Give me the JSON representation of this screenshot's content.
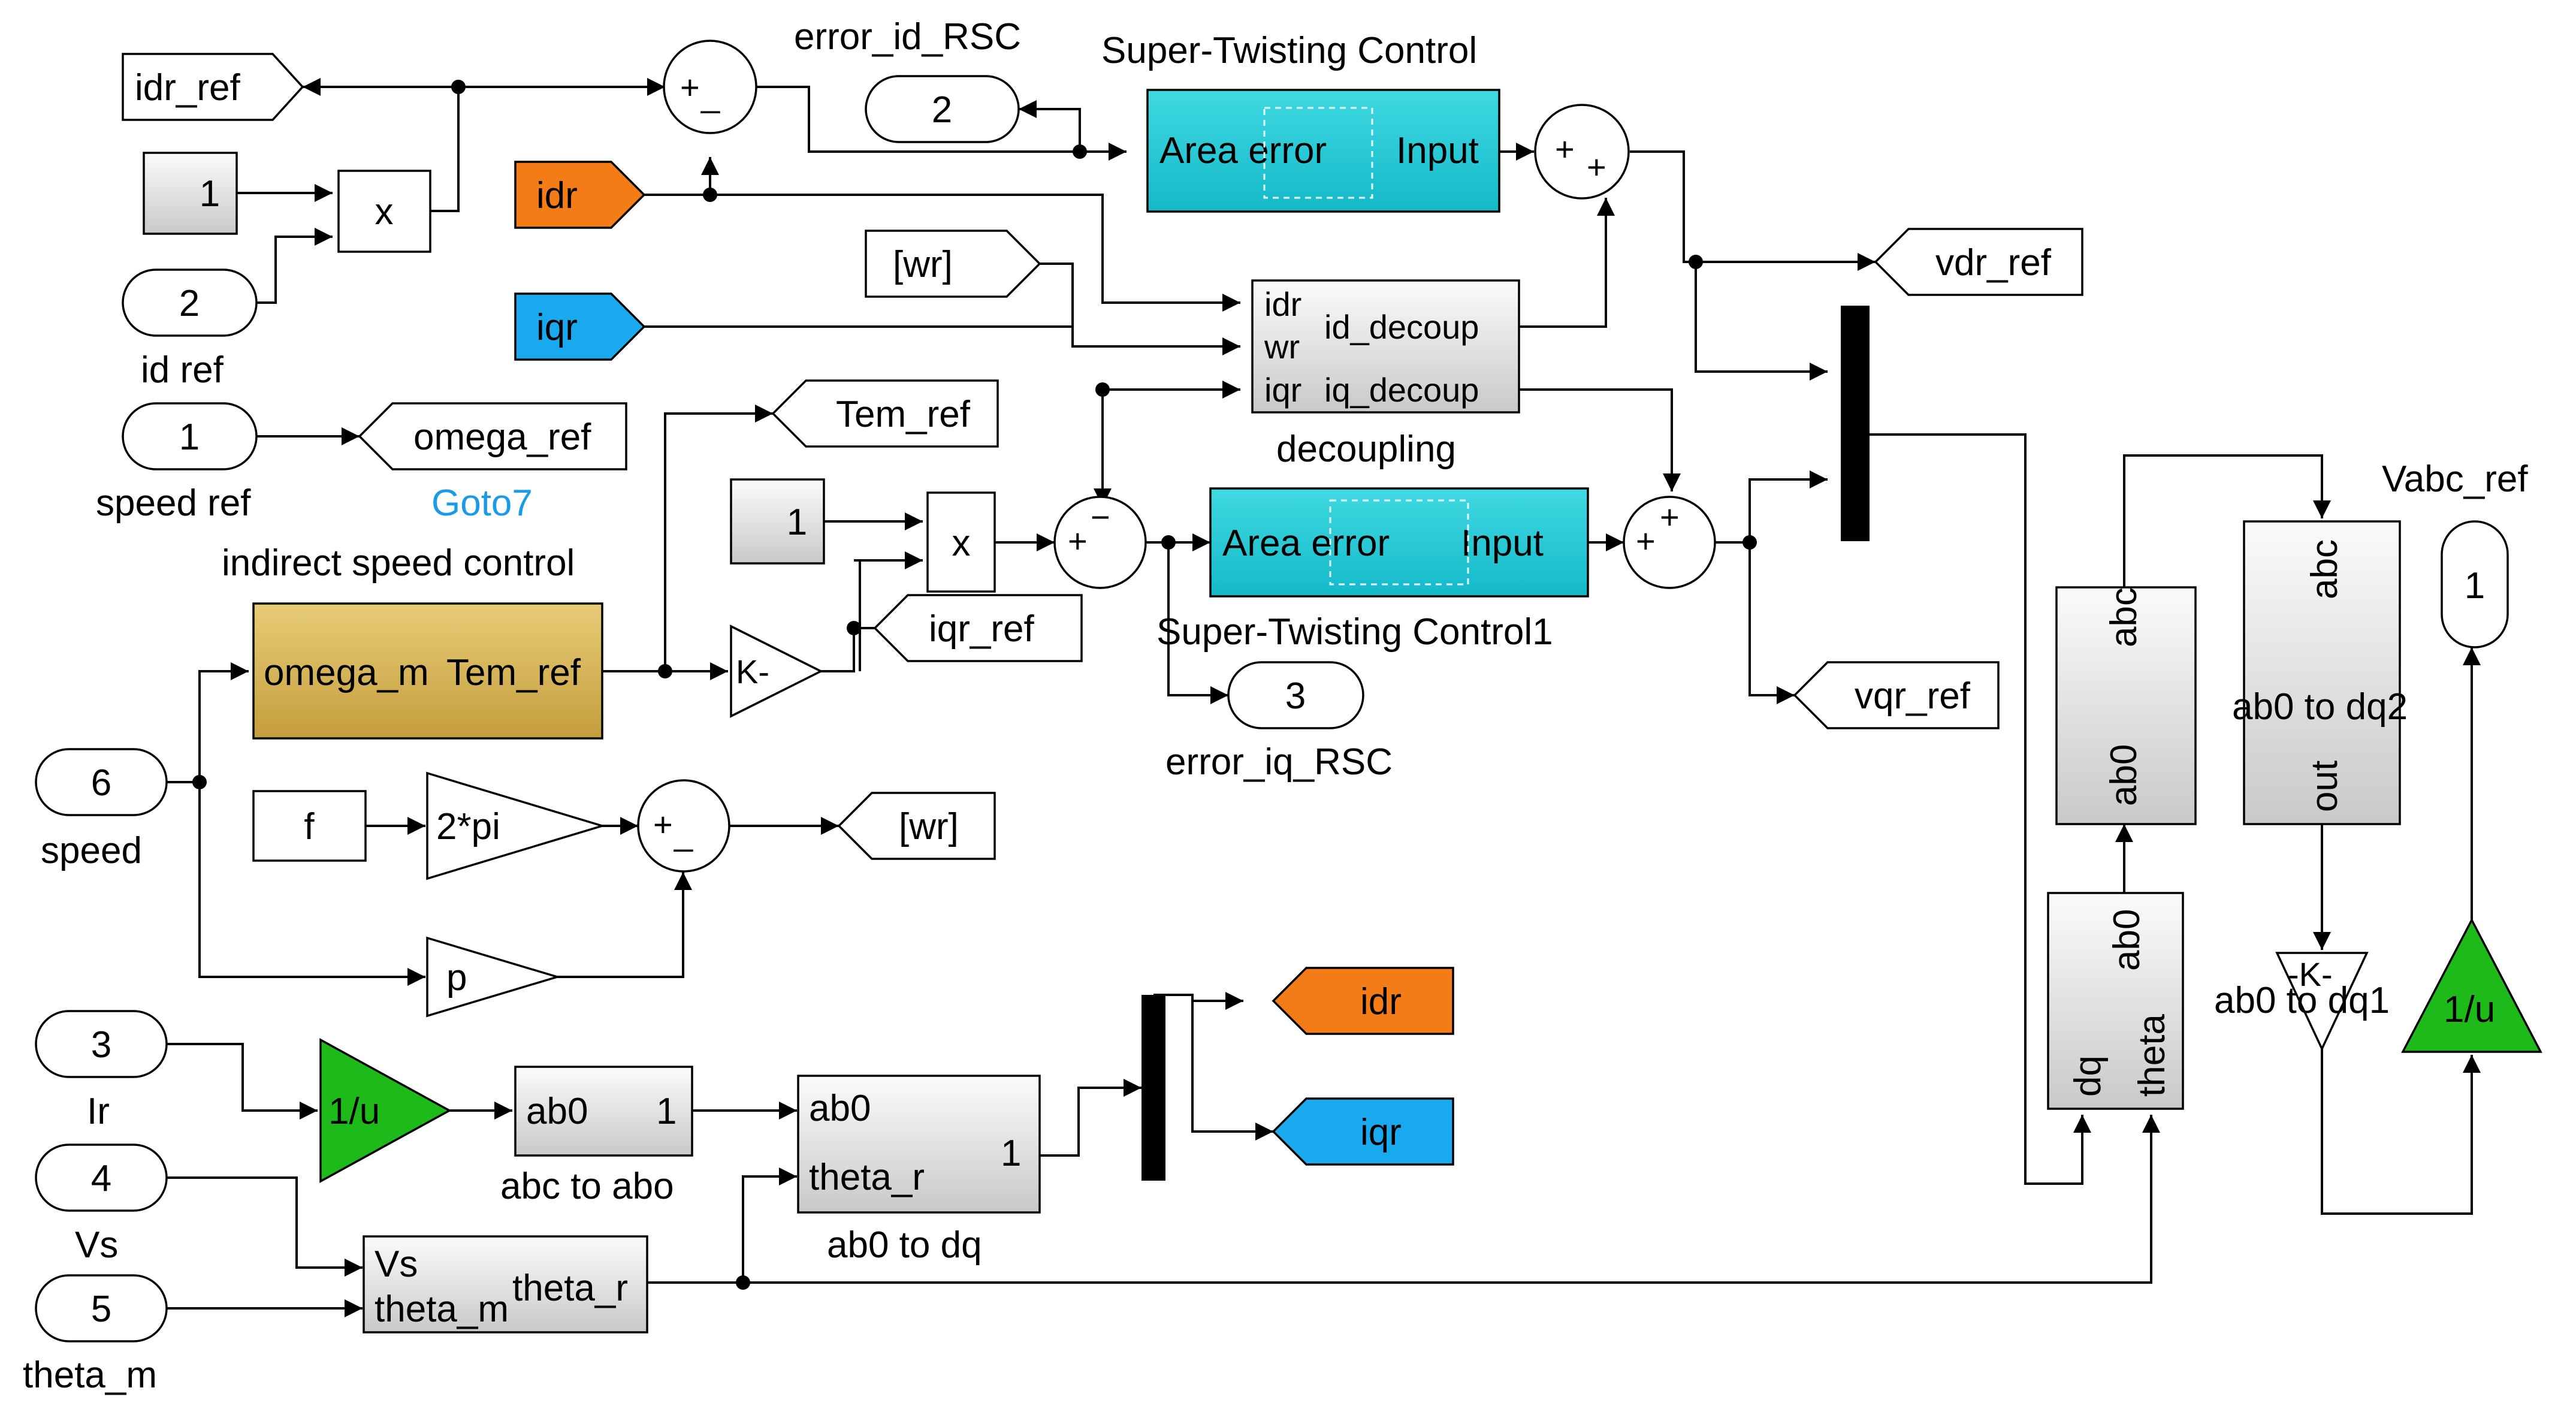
{
  "colors": {
    "orange": "#f47c17",
    "cyan_tag": "#19a9ee",
    "sta_fill": "#22c9d6",
    "speed_ctrl_fill": "#d8b860",
    "green": "#1dba19",
    "gray_light": "#f2f2f2",
    "gray_dark": "#c8c8c8",
    "goto_label": "#1a9be8"
  },
  "ports": {
    "in_idref": "2",
    "in_speedref": "1",
    "in_speed": "6",
    "in_Ir": "3",
    "in_Vs": "4",
    "in_thetam": "5",
    "out_error_id": "2",
    "out_error_iq": "3",
    "out_vabc": "1"
  },
  "port_labels": {
    "id_ref": "id ref",
    "speed_ref": "speed ref",
    "speed": "speed",
    "Ir": "Ir",
    "Vs": "Vs",
    "theta_m": "theta_m",
    "error_id_RSC": "error_id_RSC",
    "error_iq_RSC": "error_iq_RSC",
    "Vabc_ref": "Vabc_ref"
  },
  "tags": {
    "idr_ref": "idr_ref",
    "idr": "idr",
    "iqr": "iqr",
    "wr": "[wr]",
    "omega_ref": "omega_ref",
    "goto7": "Goto7",
    "Tem_ref": "Tem_ref",
    "iqr_ref": "iqr_ref",
    "vdr_ref": "vdr_ref",
    "vqr_ref": "vqr_ref"
  },
  "blocks": {
    "const1_a": "1",
    "const1_b": "1",
    "const_f": "f",
    "mult": "x",
    "gain_2pi": "2*pi",
    "gain_p": "p",
    "gain_K": "K-",
    "gain_negK": "-K-",
    "recip": "1/u",
    "sum_plus": "+",
    "sum_minus": "_",
    "sum_minus_sup": "−",
    "sta_title_1": "Super-Twisting Control",
    "sta_title_2": "Super-Twisting Control1",
    "sta_in": "Area error",
    "sta_out": "Input",
    "decoup_in1": "idr",
    "decoup_in2": "wr",
    "decoup_in3": "iqr",
    "decoup_out1": "id_decoup",
    "decoup_out2": "iq_decoup",
    "decoup_title": "decoupling",
    "speedctrl_title": "indirect speed control",
    "speedctrl_in": "omega_m",
    "speedctrl_out": "Tem_ref",
    "abc_abo_in": "ab0",
    "abc_abo_out": "1",
    "abc_abo_title": "abc to abo",
    "ab0dq_in1": "ab0",
    "ab0dq_in2": "theta_r",
    "ab0dq_out": "1",
    "ab0dq_title": "ab0 to dq",
    "theta_in1": "Vs",
    "theta_in2": "theta_m",
    "theta_out": "theta_r",
    "dq_abc_top": "abc",
    "dq_abc_bottom": "ab0",
    "inv_ab0": "ab0",
    "inv_dq": "dq",
    "inv_theta": "theta",
    "ab0dq2_top": "abc",
    "ab0dq2_bottom": "out",
    "ab0dq2_title": "ab0 to dq2",
    "ab0dq1_title": "ab0 to dq1"
  }
}
